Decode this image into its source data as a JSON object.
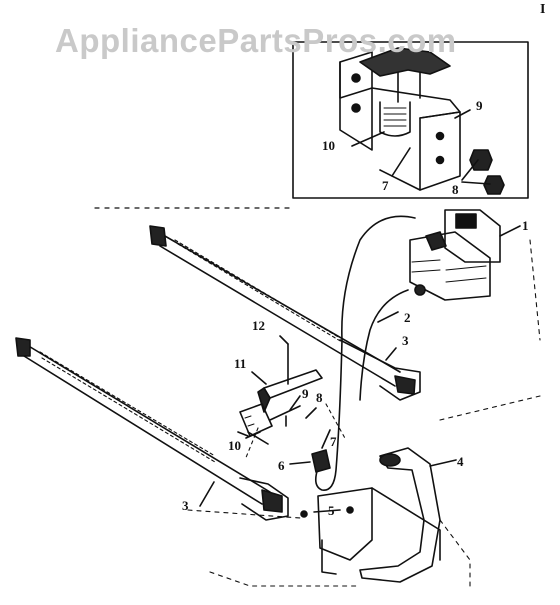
{
  "watermark": "AppliancePartsPros.com",
  "corner_mark": "I",
  "callouts": {
    "c1": "1",
    "c2": "2",
    "c3a": "3",
    "c3b": "3",
    "c4": "4",
    "c5": "5",
    "c6": "6",
    "c7a": "7",
    "c7b": "7",
    "c8a": "8",
    "c8b": "8",
    "c9a": "9",
    "c9b": "9",
    "c10a": "10",
    "c10b": "10",
    "c11": "11",
    "c12": "12"
  },
  "colors": {
    "ink": "#111111",
    "watermark": "#c9c9c9",
    "background": "#ffffff"
  }
}
